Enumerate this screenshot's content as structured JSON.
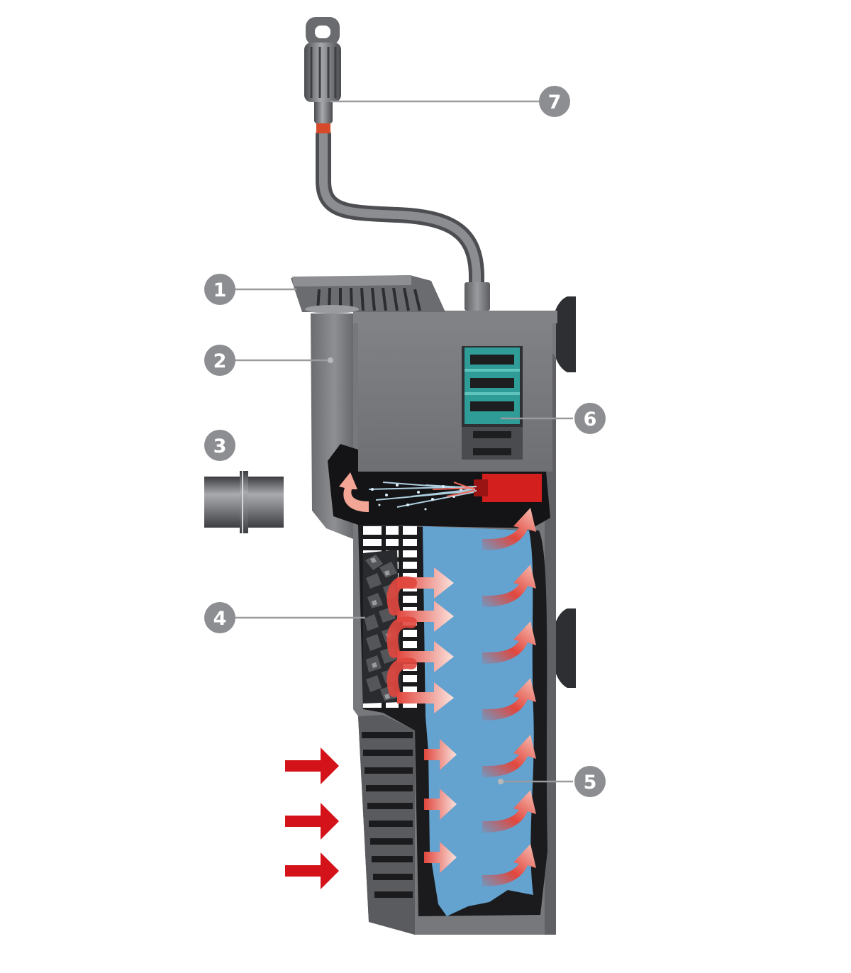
{
  "callouts": [
    {
      "id": "callout-1",
      "label": "1"
    },
    {
      "id": "callout-2",
      "label": "2"
    },
    {
      "id": "callout-3",
      "label": "3"
    },
    {
      "id": "callout-4",
      "label": "4"
    },
    {
      "id": "callout-5",
      "label": "5"
    },
    {
      "id": "callout-6",
      "label": "6"
    },
    {
      "id": "callout-7",
      "label": "7"
    }
  ],
  "colors": {
    "housing": "#77787b",
    "housing_dark": "#505154",
    "sponge": "#64a2cf",
    "flow_arrow": "#e1473e",
    "inlet_arrow": "#d3121a",
    "callout_badge": "#8d8e91",
    "impeller": "#2f9c97"
  }
}
